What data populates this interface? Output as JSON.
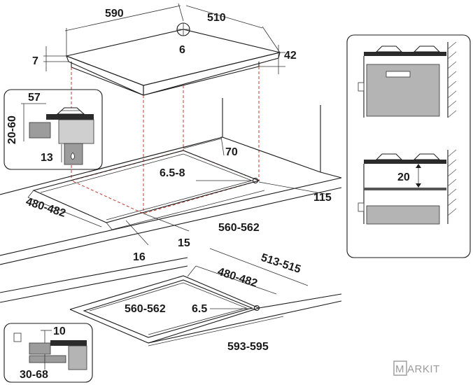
{
  "dimensions": {
    "hob_width": "590",
    "hob_depth": "510",
    "gas_connection": "6",
    "frame_thickness": "7",
    "hob_height": "42",
    "detail_top": "57",
    "detail_side": "20-60",
    "detail_bottom": "13",
    "cutout_setback": "70",
    "bracket_gap": "6.5-8",
    "cutout_depth": "480-482",
    "wall_distance": "115",
    "cutout_width": "560-562",
    "front_margin": "16",
    "side_margin": "15",
    "flush_frame_depth": "513-515",
    "flush_cutout_depth": "480-482",
    "flush_cutout_width": "560-562",
    "flush_gap": "6.5",
    "flush_frame_width": "593-595",
    "flush_detail_top": "10",
    "flush_detail_bottom": "30-68",
    "oven_clearance": "20"
  },
  "logo": {
    "letter": "M",
    "text": "ARKIT"
  }
}
